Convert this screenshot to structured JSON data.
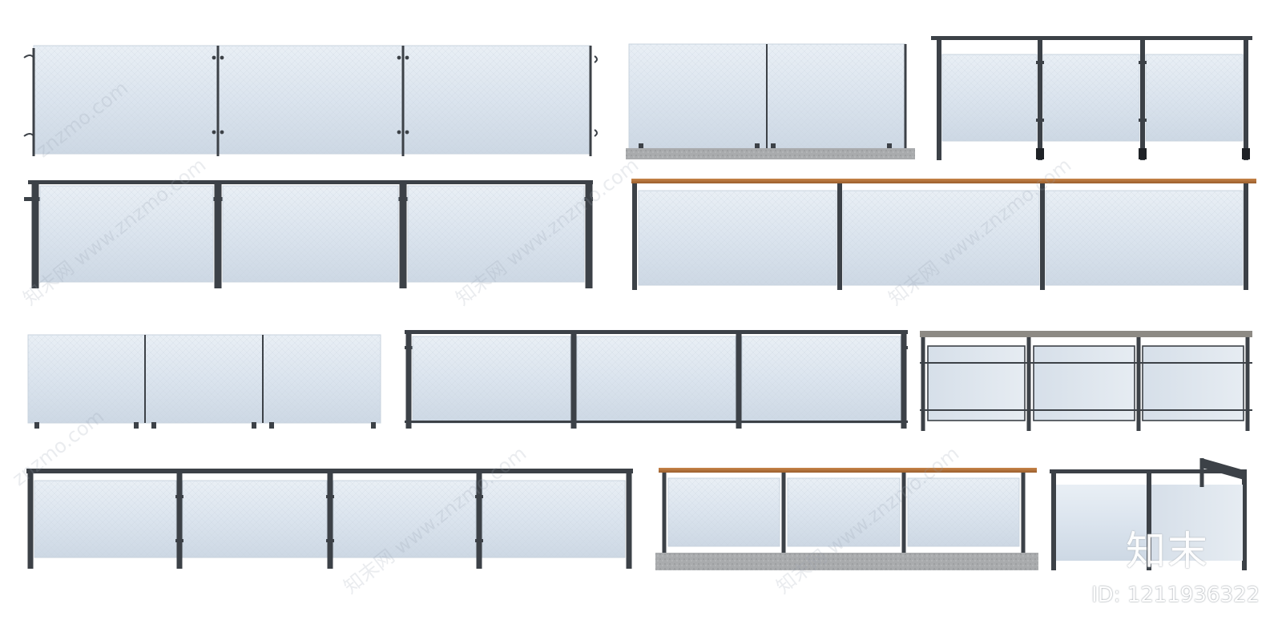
{
  "watermarks": {
    "logo": "知末",
    "id_label": "ID: 1211936322",
    "url": "知末网 www.znzmo.com",
    "url_short": "znzmo.com"
  },
  "colors": {
    "glass": "#dde6ef",
    "glass_edge": "#c8d3de",
    "frame": "#3c4147",
    "wood": "#b0703a",
    "stone": "#a7a9ab",
    "background": "#ffffff"
  }
}
